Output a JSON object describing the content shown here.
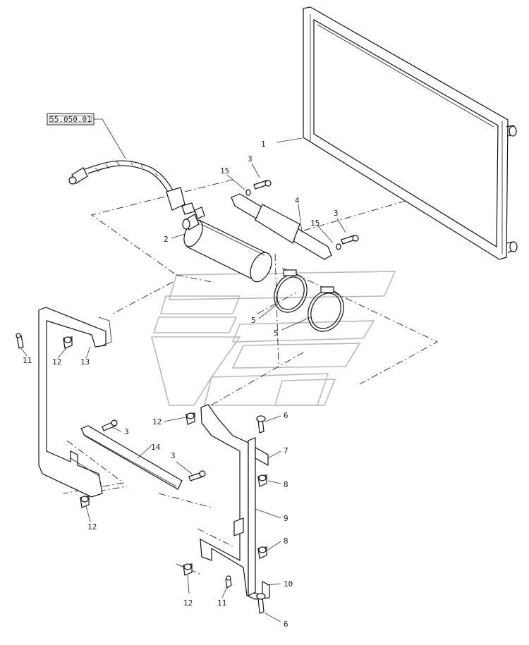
{
  "reference_box": "55.050.01",
  "callouts": {
    "c1": "1",
    "c2": "2",
    "c3a": "3",
    "c3b": "3",
    "c3c": "3",
    "c3d": "3",
    "c4": "4",
    "c5a": "5",
    "c5b": "5",
    "c6a": "6",
    "c6b": "6",
    "c7": "7",
    "c8a": "8",
    "c8b": "8",
    "c9": "9",
    "c10": "10",
    "c11a": "11",
    "c11b": "11",
    "c12a": "12",
    "c12b": "12",
    "c12c": "12",
    "c12d": "12",
    "c13": "13",
    "c14": "14",
    "c15a": "15",
    "c15b": "15"
  },
  "icons": [
    "radiator",
    "receiver-drier",
    "hose-clamp",
    "bolt",
    "washer",
    "nut",
    "bracket",
    "support-frame",
    "harness-connector"
  ]
}
